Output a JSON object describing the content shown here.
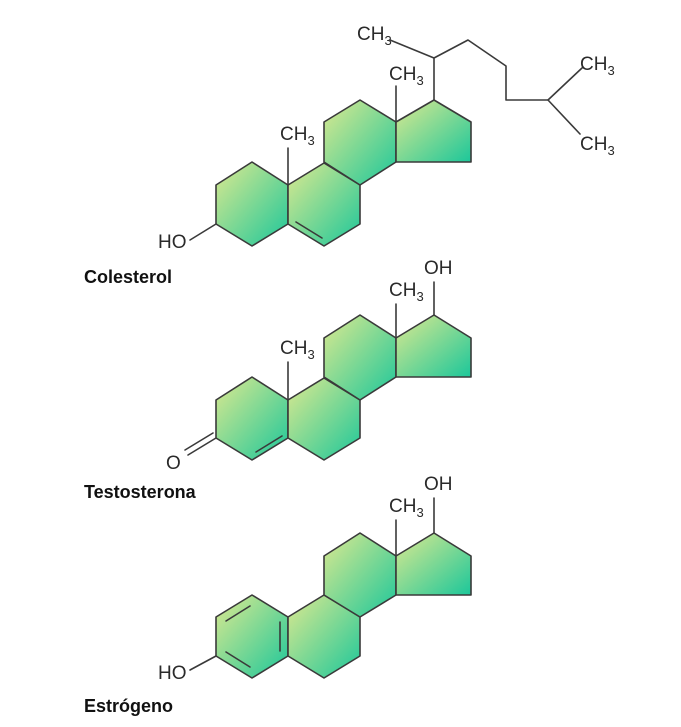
{
  "colors": {
    "ring_gradient_light": "#dde98f",
    "ring_gradient_dark": "#1cc79a",
    "bond": "#3a3a3a",
    "text": "#222222"
  },
  "molecules": [
    {
      "name": "Colesterol",
      "methyl_c": "CH",
      "methyl_sub": "3",
      "substituent": "HO"
    },
    {
      "name": "Testosterona",
      "methyl_c": "CH",
      "methyl_sub": "3",
      "substituent": "O",
      "hydroxyl": "OH"
    },
    {
      "name": "Estrógeno",
      "methyl_c": "CH",
      "methyl_sub": "3",
      "substituent": "HO",
      "hydroxyl": "OH"
    }
  ]
}
